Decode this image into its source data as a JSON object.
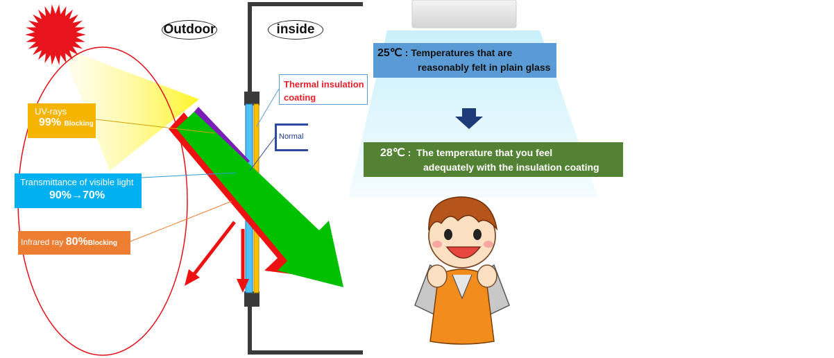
{
  "labels": {
    "outdoor": "Outdoor",
    "inside": "inside",
    "uv_title": "UV-rays",
    "uv_value": "99%",
    "uv_suffix": "Blocking",
    "visible_title": "Transmittance of visible light",
    "visible_value": "90%→70%",
    "ir_title": "Infrared ray",
    "ir_value": "80%",
    "ir_suffix": "Blocking",
    "thermal_line1": "Thermal insulation",
    "thermal_line2": "coating",
    "normal": "Normal",
    "temp_plain_value": "25℃",
    "temp_plain_line1": "Temperatures that are",
    "temp_plain_line2": "reasonably felt in plain glass",
    "temp_coated_value": "28℃",
    "temp_coated_line1": "The temperature that you feel",
    "temp_coated_line2": "adequately with the insulation coating"
  },
  "colors": {
    "sun": "#e8141b",
    "sun_beam": "#fff200",
    "uv_arrow": "#7b1fb8",
    "visible_arrow": "#00c000",
    "ir_arrow": "#ee1111",
    "uv_box": "#f5b400",
    "visible_box": "#00b0f0",
    "ir_box": "#ed7d31",
    "thermal_text": "#e8202a",
    "normal_text": "#1f3a93",
    "plain_box": "#5b9bd5",
    "coated_box": "#548235",
    "air_flow": "#d6f3fb",
    "glass_normal": "#4fc3f7",
    "glass_coating": "#ffc000",
    "frame": "#3a3a3a"
  },
  "icons": {
    "sun": "sun-icon",
    "arrow_down": "arrow-down-icon",
    "air_conditioner": "air-conditioner-icon",
    "person": "happy-boy-illustration"
  }
}
